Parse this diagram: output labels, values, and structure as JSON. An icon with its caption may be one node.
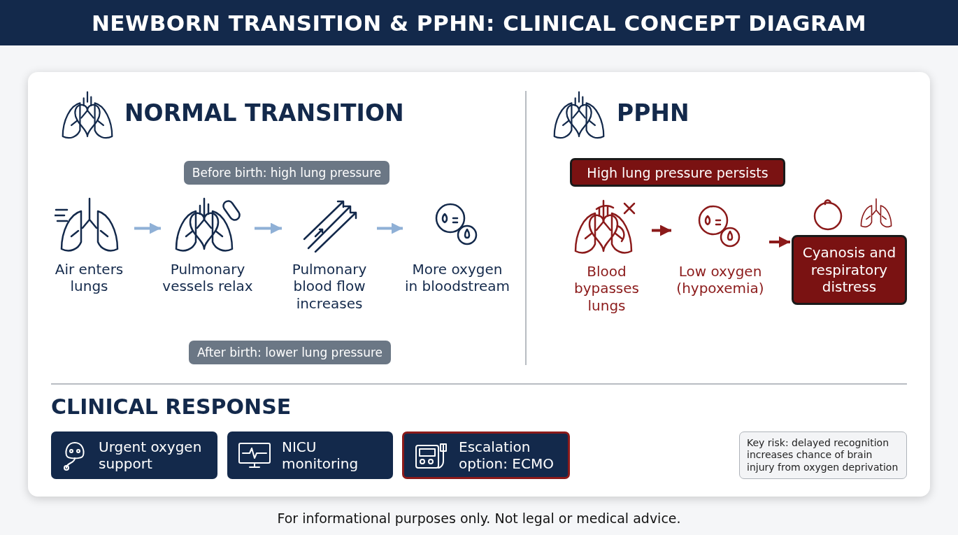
{
  "diagram": {
    "title": "NEWBORN TRANSITION & PPHN: CLINICAL CONCEPT DIAGRAM",
    "caption": "For informational purposes only. Not legal or medical advice.",
    "nodes": [
      {
        "text": [
          "Before birth: high lung pressure"
        ]
      },
      {
        "text": [
          "Air enters lungs"
        ]
      },
      {
        "text": [
          "Pulmonary vessels relax"
        ]
      },
      {
        "text": [
          "Pulmonary blood flow increases"
        ]
      },
      {
        "text": [
          "More oxygen in bloodstream"
        ]
      },
      {
        "text": [
          "After birth: lower lung pressure"
        ]
      },
      {
        "text": [
          "High lung pressure persists"
        ]
      },
      {
        "text": [
          "Blood bypasses lungs"
        ]
      },
      {
        "text": [
          "Low oxygen (hypoxemia)"
        ]
      },
      {
        "text": [
          "Cyanosis and respiratory distress"
        ]
      },
      {
        "text": [
          "Urgent oxygen support"
        ]
      },
      {
        "text": [
          "NICU monitoring"
        ]
      },
      {
        "text": [
          "Escalation option: ECMO"
        ]
      },
      {
        "text": [
          "Key risk: delayed recognition increases chance of brain injury from oxygen deprivation"
        ]
      }
    ],
    "edges": [
      {
        "from": 1,
        "to": 2,
        "arrow": "to"
      },
      {
        "from": 2,
        "to": 3,
        "arrow": "to"
      },
      {
        "from": 3,
        "to": 4,
        "arrow": "to"
      },
      {
        "from": 7,
        "to": 8,
        "arrow": "to",
        "color": "#8b1a1a"
      },
      {
        "from": 8,
        "to": 9,
        "arrow": "to",
        "color": "#8b1a1a"
      }
    ],
    "labels": [
      "NORMAL TRANSITION",
      "PPHN",
      "CLINICAL RESPONSE"
    ]
  }
}
